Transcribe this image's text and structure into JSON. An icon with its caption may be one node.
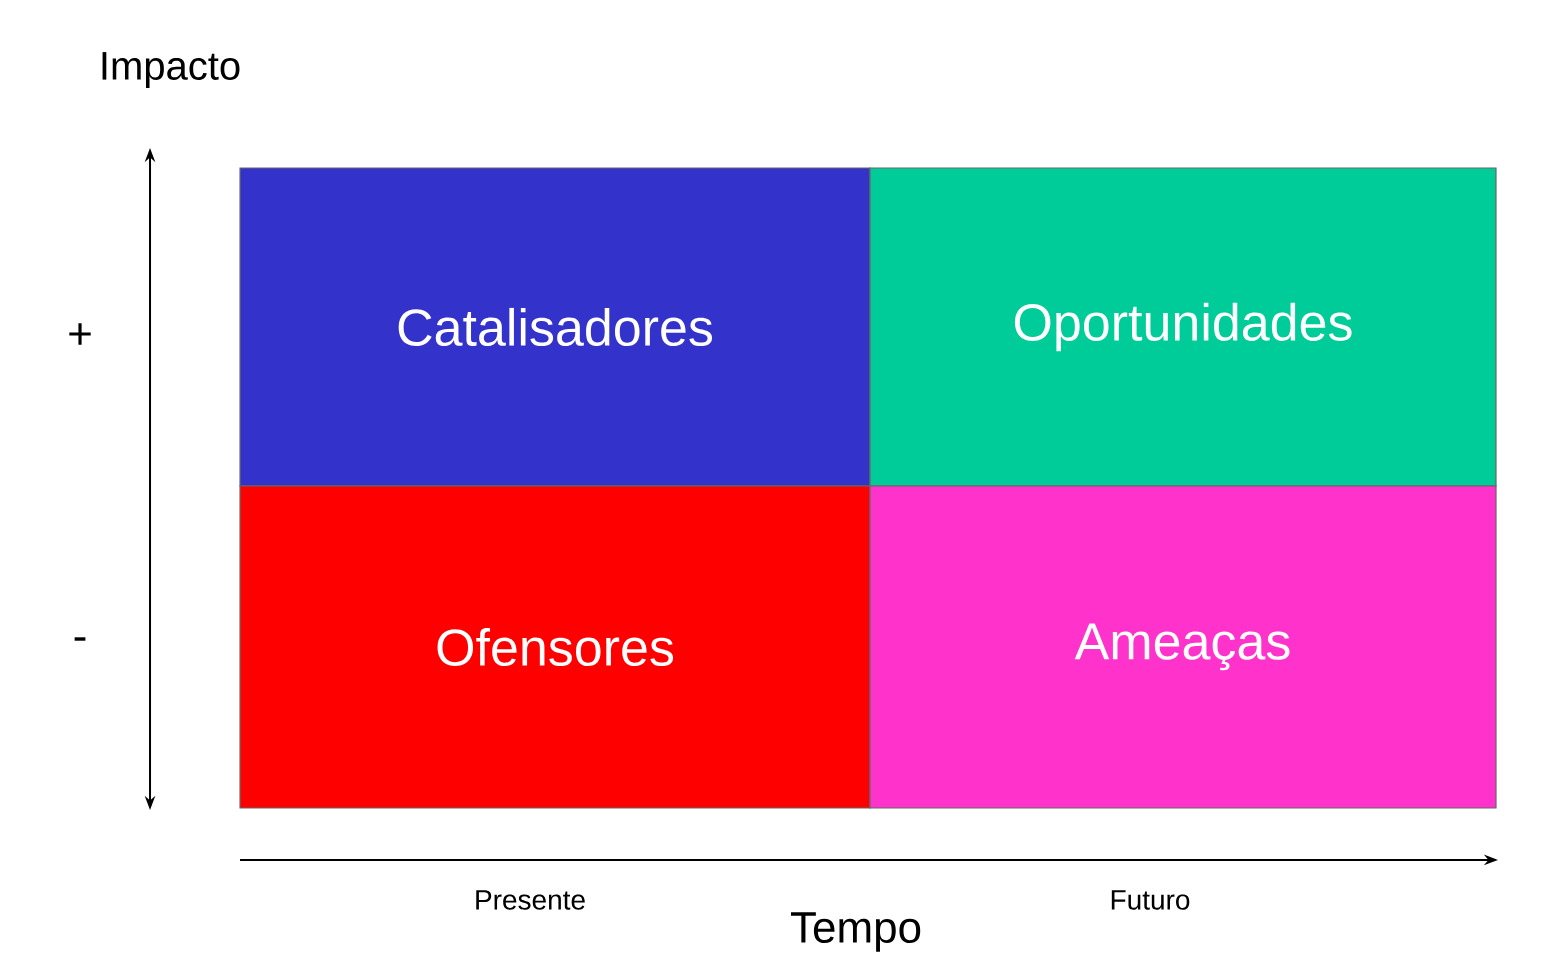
{
  "diagram": {
    "nodes": [
      {
        "text": [
          "Catalisadores"
        ]
      },
      {
        "text": [
          "Oportunidades"
        ]
      },
      {
        "text": [
          "Ofensores"
        ]
      },
      {
        "text": [
          "Ameaças"
        ]
      }
    ],
    "labels": [
      "Impacto",
      "+",
      "-",
      "Presente",
      "Futuro",
      "Tempo"
    ]
  }
}
